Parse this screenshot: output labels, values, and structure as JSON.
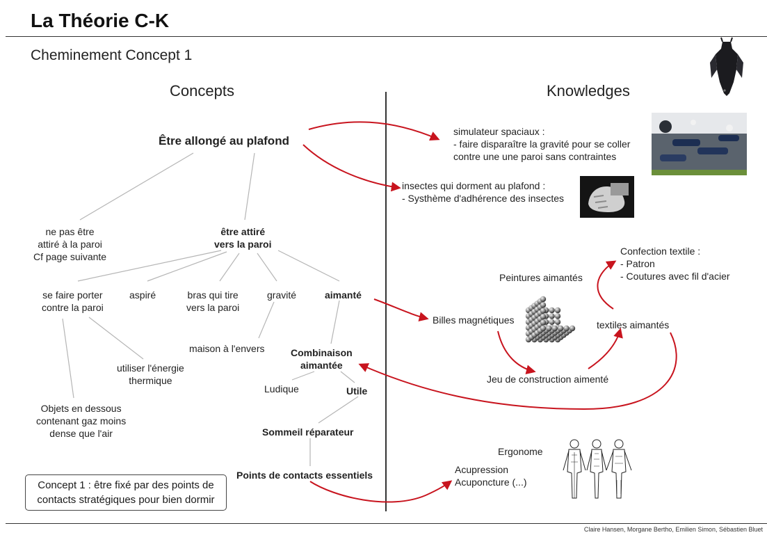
{
  "slide": {
    "title": "La Théorie C-K",
    "subtitle": "Cheminement Concept 1",
    "credits": "Claire Hansen, Morgane Bertho, Emilien Simon, Sébastien Bluet"
  },
  "columns": {
    "concepts": "Concepts",
    "knowledges": "Knowledges"
  },
  "concepts": {
    "root": "Être allongé au plafond",
    "ne_pas_etre": [
      "ne pas être",
      "attiré à la paroi",
      "Cf page suivante"
    ],
    "etre_attire": [
      "être attiré",
      "vers la paroi"
    ],
    "se_faire_porter": [
      "se faire porter",
      "contre la paroi"
    ],
    "aspire": "aspiré",
    "bras": [
      "bras qui tire",
      "vers la paroi"
    ],
    "gravite": "gravité",
    "aimante": "aimanté",
    "maison": "maison à l'envers",
    "energie": [
      "utiliser l'énergie",
      "thermique"
    ],
    "combinaison": [
      "Combinaison",
      "aimantée"
    ],
    "ludique": "Ludique",
    "utile": "Utile",
    "objets": [
      "Objets en dessous",
      "contenant gaz moins",
      "dense que l'air"
    ],
    "sommeil": "Sommeil réparateur",
    "points": "Points de contacts essentiels"
  },
  "knowledges": {
    "simulateur": [
      "simulateur spaciaux :",
      "- faire disparaître la gravité pour se coller",
      "contre une une paroi sans contraintes"
    ],
    "insectes": [
      "insectes qui dorment au plafond :",
      "- Systhème d'adhérence des insectes"
    ],
    "confection": [
      "Confection textile :",
      "- Patron",
      "- Coutures avec fil d'acier"
    ],
    "peintures": "Peintures aimantés",
    "billes": "Billes magnétiques",
    "textiles": "textiles aimantés",
    "jeu": "Jeu de construction aimenté",
    "ergonome": "Ergonome",
    "acupression": [
      "Acupression",
      "Acuponcture (...)"
    ]
  },
  "concept_box": "Concept 1 : être fixé par des points de contacts stratégiques pour bien dormir",
  "colors": {
    "arrow": "#c8141e",
    "line": "#b5b5b5",
    "divider": "#000000"
  }
}
